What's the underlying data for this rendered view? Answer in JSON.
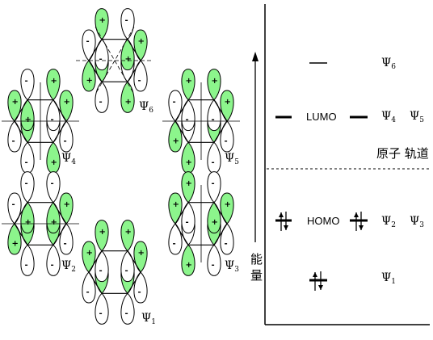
{
  "orbitals": [
    {
      "id": "psi6",
      "symbol": "Ψ",
      "sub": "6",
      "filled": [
        1,
        0,
        1,
        0,
        1,
        0
      ]
    },
    {
      "id": "psi4",
      "symbol": "Ψ",
      "sub": "4",
      "filled": [
        1,
        0,
        1,
        1,
        0,
        1
      ]
    },
    {
      "id": "psi5",
      "symbol": "Ψ",
      "sub": "5",
      "filled": [
        1,
        1,
        0,
        0,
        1,
        1
      ]
    },
    {
      "id": "psi2",
      "symbol": "Ψ",
      "sub": "2",
      "filled": [
        1,
        1,
        1,
        0,
        0,
        0
      ]
    },
    {
      "id": "psi3",
      "symbol": "Ψ",
      "sub": "3",
      "filled": [
        1,
        1,
        0,
        1,
        1,
        0
      ]
    },
    {
      "id": "psi1",
      "symbol": "Ψ",
      "sub": "1",
      "filled": [
        1,
        1,
        1,
        1,
        1,
        1
      ]
    }
  ],
  "energy_axis_label": "能量",
  "energy_diagram": {
    "lumo_label": "LUMO",
    "homo_label": "HOMO",
    "atomic_orbital_label": "原子 轨道",
    "levels": [
      {
        "name": "Ψ",
        "sub": "6"
      },
      {
        "name": "Ψ",
        "sub": "4"
      },
      {
        "name": "Ψ",
        "sub": "5"
      },
      {
        "name": "Ψ",
        "sub": "2"
      },
      {
        "name": "Ψ",
        "sub": "3"
      },
      {
        "name": "Ψ",
        "sub": "1"
      }
    ]
  },
  "colors": {
    "lobe_fill": "#8cf58c",
    "line": "#000000"
  }
}
